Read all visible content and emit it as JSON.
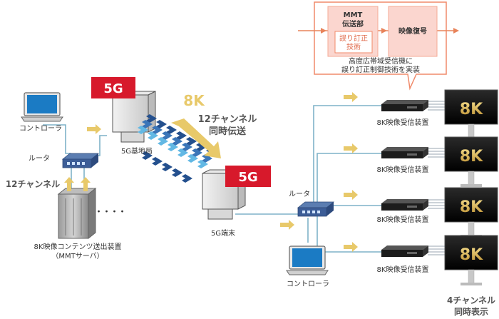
{
  "callout": {
    "mmt_title": "MMT",
    "mmt_subtitle": "伝送部",
    "fec_line1": "誤り訂正",
    "fec_line2": "技術",
    "decode": "映像復号",
    "caption_line1": "高度広帯域受信機に",
    "caption_line2": "誤り訂正制御技術を実装"
  },
  "left": {
    "controller": "コントローラ",
    "router": "ルータ",
    "channels": "12チャンネル",
    "ellipsis": "・・・・",
    "server_line1": "8K映像コンテンツ送出装置",
    "server_line2": "（MMTサーバ）"
  },
  "base_station": {
    "badge": "5G",
    "label": "5G基地局"
  },
  "transmission": {
    "tag_8k": "8K",
    "line1": "12チャンネル",
    "line2": "同時伝送"
  },
  "terminal": {
    "badge": "5G",
    "label": "5G端末"
  },
  "right": {
    "router": "ルータ",
    "controller": "コントローラ",
    "receiver": "8K映像受信装置",
    "tv_label": "8K",
    "display_line1": "4チャンネル",
    "display_line2": "同時表示"
  },
  "colors": {
    "cable": "#7fb2c8",
    "arrow": "#e8c96a",
    "badge_red": "#d7192b",
    "callout_border": "#f08a6a",
    "callout_fill": "#fbd6cf",
    "wave_dark": "#24508e",
    "wave_light": "#62b8e4"
  }
}
